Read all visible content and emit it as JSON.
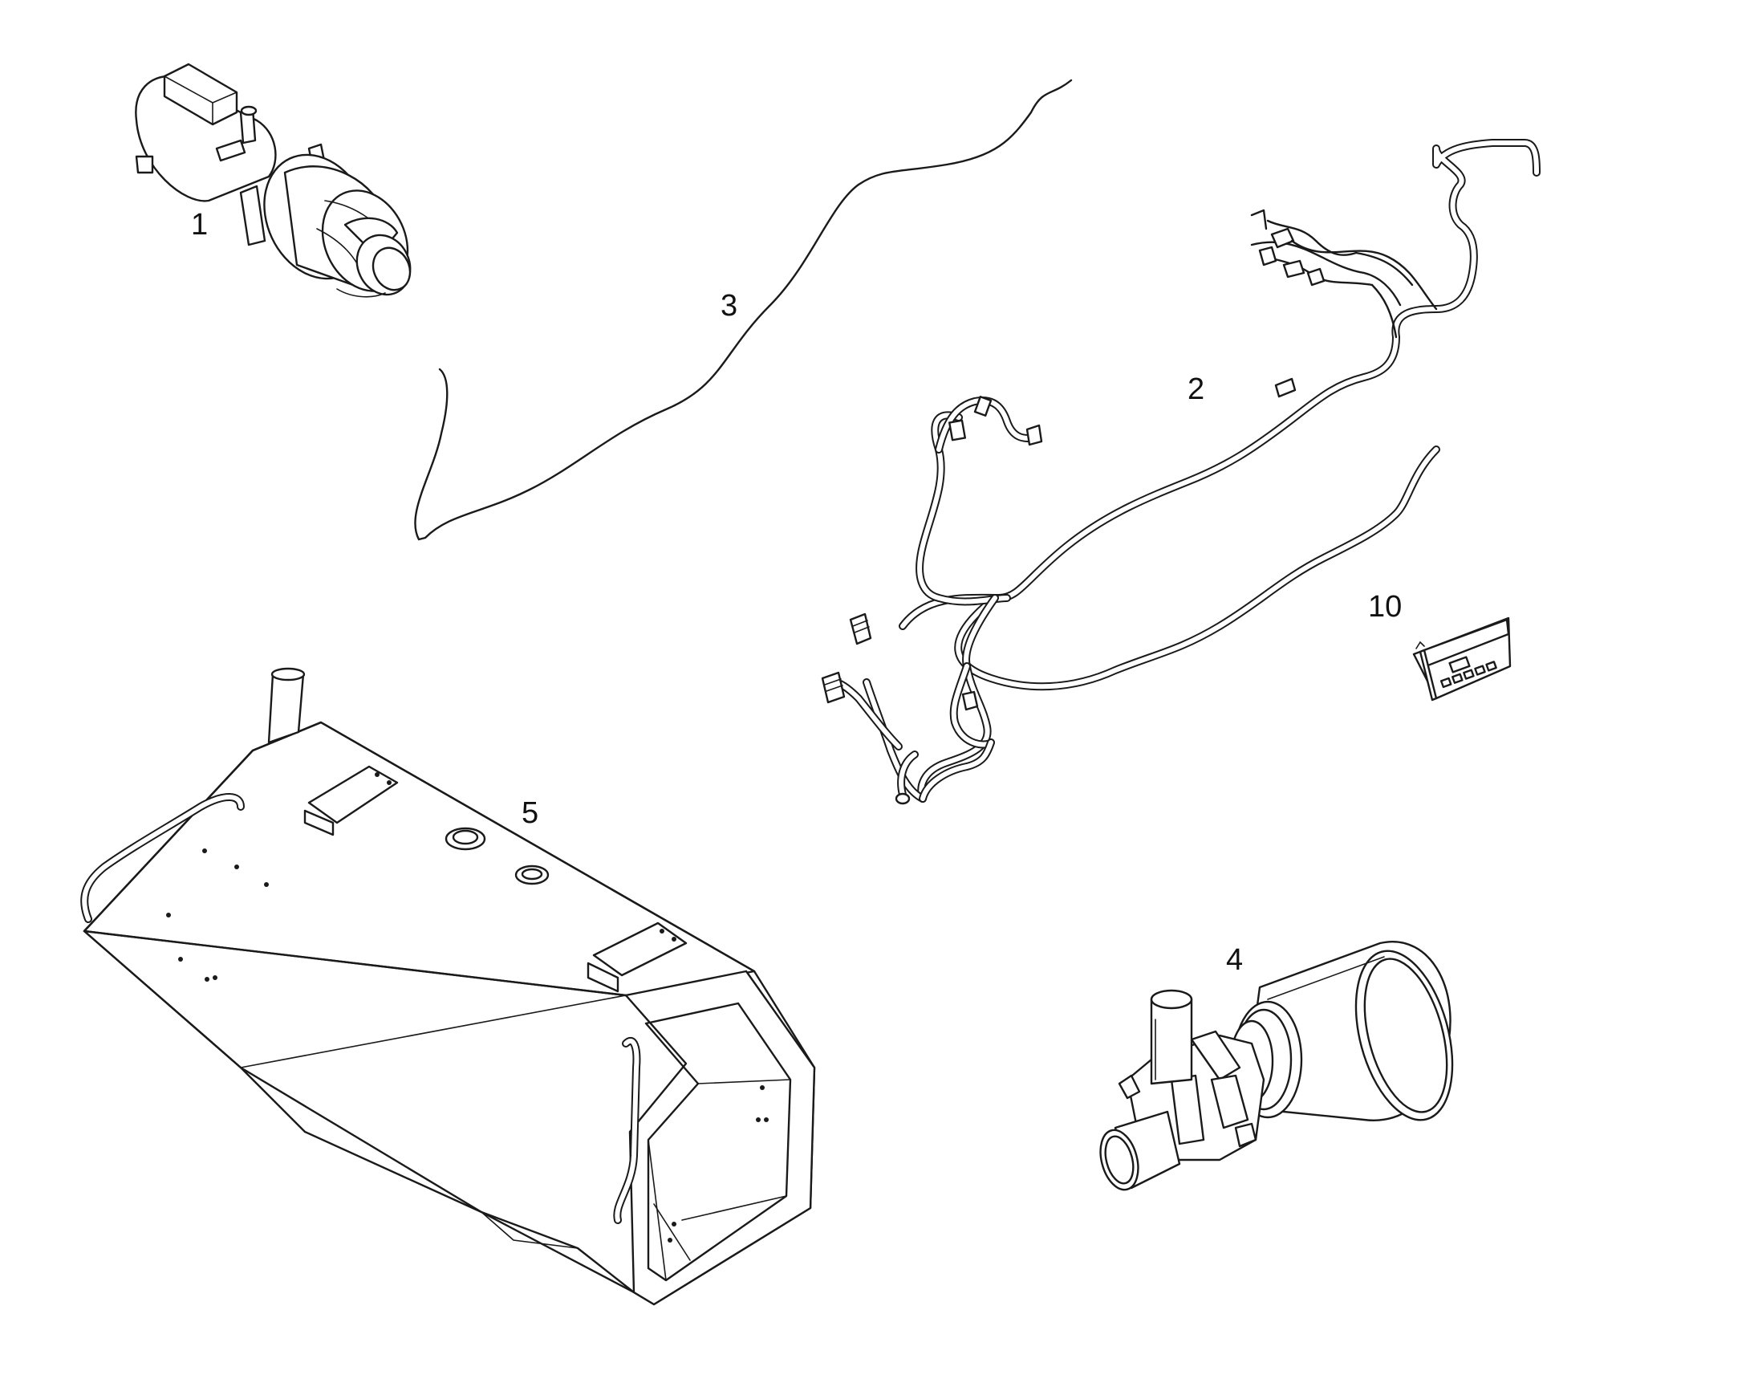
{
  "callouts": {
    "part_1": "1",
    "part_2": "2",
    "part_3": "3",
    "part_4": "4",
    "part_5": "5",
    "part_10": "10"
  },
  "colors": {
    "line": "#1a1a1a",
    "background": "#ffffff"
  }
}
